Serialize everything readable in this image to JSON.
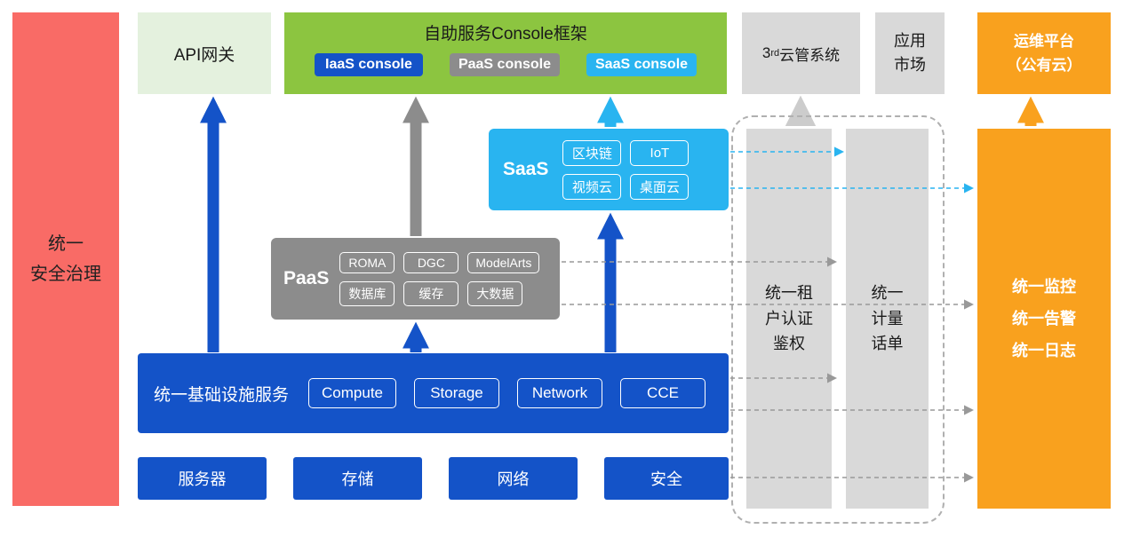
{
  "palette": {
    "red": "#F96B66",
    "light_green": "#E4F1DE",
    "green": "#8CC540",
    "blue": "#1453C8",
    "cyan": "#29B4F0",
    "gray_light": "#D9D9D9",
    "gray_mid": "#8C8C8C",
    "orange": "#F9A11E"
  },
  "left_bar": {
    "label": "统一\n安全治理"
  },
  "top_row": {
    "api_gateway": {
      "label": "API网关"
    },
    "console_frame": {
      "title": "自助服务Console框架",
      "buttons": [
        {
          "label": "IaaS console"
        },
        {
          "label": "PaaS console"
        },
        {
          "label": "SaaS console"
        }
      ]
    },
    "third_party_cmp": {
      "prefix": "3",
      "sup": "rd",
      "suffix": "云管系统"
    },
    "app_market": {
      "label": "应用\n市场"
    },
    "ops_platform": {
      "label": "运维平台\n（公有云）"
    }
  },
  "saas": {
    "label": "SaaS",
    "chips": [
      "区块链",
      "IoT",
      "视频云",
      "桌面云"
    ]
  },
  "paas": {
    "label": "PaaS",
    "chips": [
      "ROMA",
      "DGC",
      "ModelArts",
      "数据库",
      "缓存",
      "大数据"
    ]
  },
  "infra": {
    "label": "统一基础设施服务",
    "chips": [
      "Compute",
      "Storage",
      "Network",
      "CCE"
    ]
  },
  "resources": [
    "服务器",
    "存储",
    "网络",
    "安全"
  ],
  "shared_services": {
    "tenant_auth": {
      "label": "统一租\n户认证\n鉴权"
    },
    "metering": {
      "label": "统一\n计量\n话单"
    },
    "monitoring": {
      "label": "统一监控\n统一告警\n统一日志"
    }
  }
}
